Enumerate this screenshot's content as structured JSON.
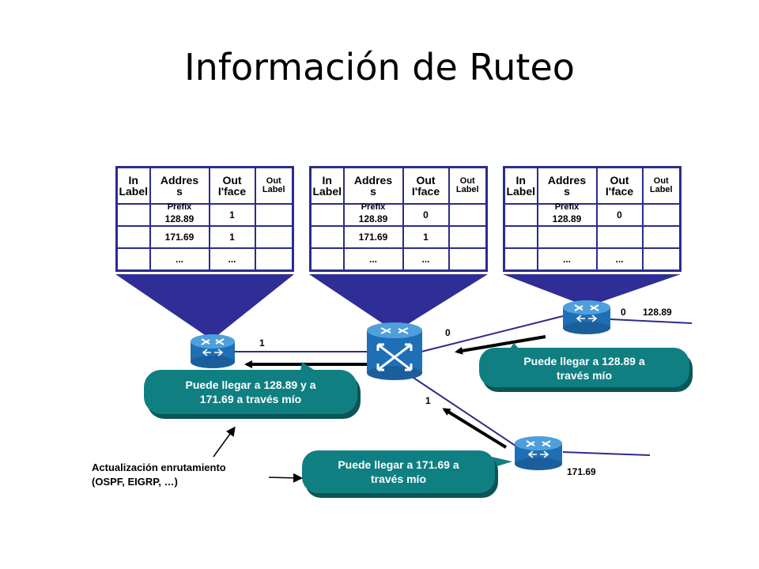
{
  "title": "Información de Ruteo",
  "table_headers": {
    "in_label": [
      "In",
      "Label"
    ],
    "address": [
      "Addres",
      "s"
    ],
    "out_iface": [
      "Out",
      "I'face"
    ],
    "out_label": [
      "Out",
      "Label"
    ],
    "prefix_tag": "Prefix"
  },
  "tables": [
    {
      "rows": [
        [
          "",
          "128.89",
          "1",
          ""
        ],
        [
          "",
          "171.69",
          "1",
          ""
        ],
        [
          "",
          "...",
          "...",
          ""
        ]
      ]
    },
    {
      "rows": [
        [
          "",
          "128.89",
          "0",
          ""
        ],
        [
          "",
          "171.69",
          "1",
          ""
        ],
        [
          "",
          "...",
          "...",
          ""
        ]
      ]
    },
    {
      "rows": [
        [
          "",
          "128.89",
          "0",
          ""
        ],
        [
          "",
          "",
          "",
          ""
        ],
        [
          "",
          "...",
          "...",
          ""
        ]
      ]
    }
  ],
  "links": {
    "left_iface": "1",
    "center_iface0": "0",
    "center_iface1": "1",
    "right_top_iface": "0",
    "right_top_net": "128.89",
    "right_bottom_net": "171.69"
  },
  "bubbles": {
    "left": [
      "Puede llegar a 128.89 y a",
      "171.69  a través mío"
    ],
    "right_top": [
      "Puede llegar a 128.89 a",
      "través mío"
    ],
    "bottom": [
      "Puede llegar a 171.69 a",
      "través mío"
    ]
  },
  "caption": [
    "Actualización  enrutamiento",
    "(OSPF, EIGRP, …)"
  ],
  "colors": {
    "table_border": "#2c2c8c",
    "funnel": "#2e2e96",
    "router_body": "#1e6fb5",
    "router_top": "#4f9fdc",
    "bubble_fill": "#0f7f82",
    "bubble_shadow": "#0b5557",
    "arrow": "#000000",
    "link": "#2c2c8c"
  }
}
